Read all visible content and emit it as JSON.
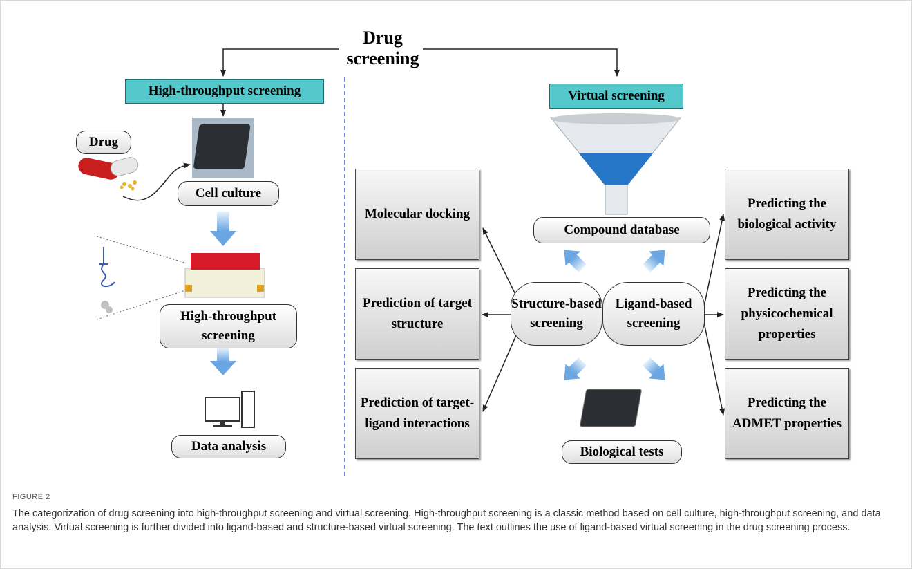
{
  "diagram": {
    "title": "Drug screening",
    "left": {
      "header": "High-throughput screening",
      "drug_label": "Drug",
      "steps": [
        "Cell culture",
        "High-throughput screening",
        "Data analysis"
      ]
    },
    "right": {
      "header": "Virtual screening",
      "database_label": "Compound database",
      "structure_based": "Structure-based screening",
      "ligand_based": "Ligand-based screening",
      "biological_tests": "Biological tests",
      "structure_outputs": [
        "Molecular docking",
        "Prediction of target structure",
        "Prediction of target-ligand interactions"
      ],
      "ligand_outputs": [
        "Predicting the biological activity",
        "Predicting the physicochemical properties",
        "Predicting the ADMET properties"
      ]
    }
  },
  "caption": {
    "label": "FIGURE 2",
    "text": "The categorization of drug screening into high-throughput screening and virtual screening. High-throughput screening is a classic method based on cell culture, high-throughput screening, and data analysis. Virtual screening is further divided into ligand-based and structure-based virtual screening. The text outlines the use of ligand-based virtual screening in the drug screening process."
  },
  "colors": {
    "header_fill": "#55c8cc",
    "divider": "#4a6fd8",
    "arrow_fill": "#7db3e8"
  }
}
